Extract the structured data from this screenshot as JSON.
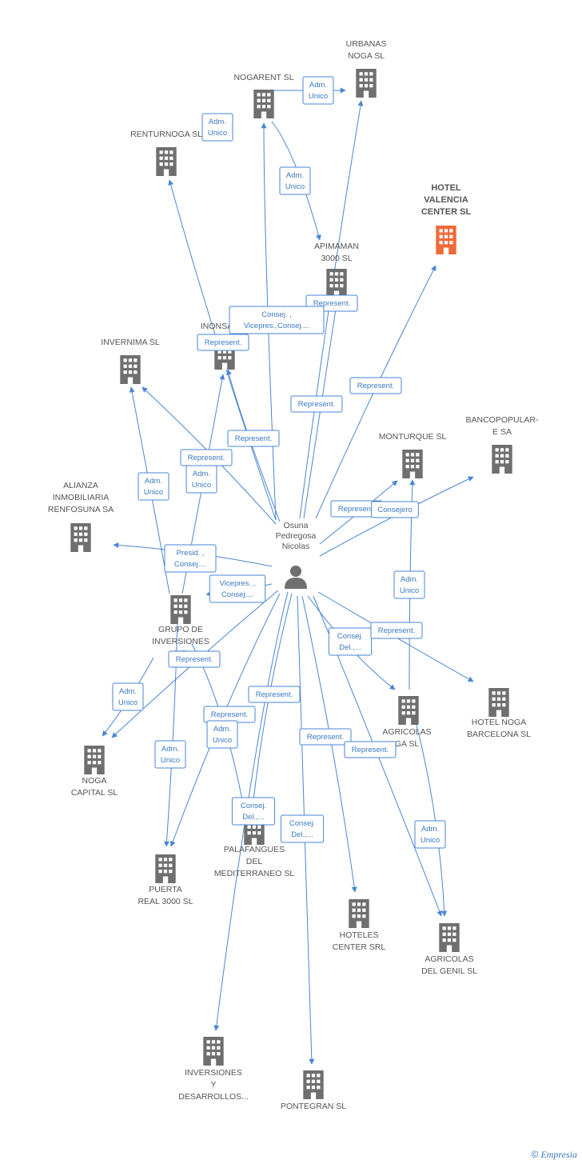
{
  "colors": {
    "edge": "#4a86d4",
    "node": "#6f6f6f",
    "highlight": "#ef6a3a",
    "person": "#6f6f6f"
  },
  "person": {
    "id": "person",
    "label": [
      "Osuna",
      "Pedregosa",
      "Nicolas"
    ]
  },
  "nodes": [
    {
      "id": "urbanas",
      "label": [
        "URBANAS",
        "NOGA SL"
      ]
    },
    {
      "id": "nogarent",
      "label": [
        "NOGARENT SL"
      ]
    },
    {
      "id": "renturnoga",
      "label": [
        "RENTURNOGA SL"
      ]
    },
    {
      "id": "hotelvalencia",
      "label": [
        "HOTEL",
        "VALENCIA",
        "CENTER SL"
      ],
      "highlight": true
    },
    {
      "id": "apimaman",
      "label": [
        "APIMAMAN",
        "3000 SL"
      ]
    },
    {
      "id": "inonsa",
      "label": [
        "INONSA"
      ]
    },
    {
      "id": "invernima",
      "label": [
        "INVERNIMA SL"
      ]
    },
    {
      "id": "bancopopular",
      "label": [
        "BANCOPOPULAR-",
        "E SA"
      ]
    },
    {
      "id": "monturque",
      "label": [
        "MONTURQUE SL"
      ]
    },
    {
      "id": "alianza",
      "label": [
        "ALIANZA",
        "INMOBILIARIA",
        "RENFOSUNA SA"
      ]
    },
    {
      "id": "grupo",
      "label": [
        "GRUPO DE",
        "INVERSIONES",
        "NO"
      ]
    },
    {
      "id": "nogacapital",
      "label": [
        "NOGA",
        "CAPITAL SL"
      ]
    },
    {
      "id": "agricolasnoga",
      "label": [
        "AGRICOLAS",
        "GA SL"
      ]
    },
    {
      "id": "hotelbarcelona",
      "label": [
        "HOTEL NOGA",
        "BARCELONA SL"
      ]
    },
    {
      "id": "palafangues",
      "label": [
        "PALAFANGUES",
        "DEL",
        "MEDITERRANEO SL"
      ]
    },
    {
      "id": "puerta",
      "label": [
        "PUERTA",
        "REAL 3000 SL"
      ]
    },
    {
      "id": "hoteles",
      "label": [
        "HOTELES",
        "CENTER SRL"
      ]
    },
    {
      "id": "agricolasgenil",
      "label": [
        "AGRICOLAS",
        "DEL GENIL SL"
      ]
    },
    {
      "id": "inversiones",
      "label": [
        "INVERSIONES",
        "Y",
        "DESARROLLOS..."
      ]
    },
    {
      "id": "pontegran",
      "label": [
        "PONTEGRAN SL"
      ]
    }
  ],
  "edge_labels": [
    {
      "id": "e1",
      "lines": [
        "Adm.",
        "Unico"
      ]
    },
    {
      "id": "e2",
      "lines": [
        "Adm.",
        "Unico"
      ]
    },
    {
      "id": "e3",
      "lines": [
        "Adm.",
        "Unico"
      ]
    },
    {
      "id": "e4",
      "lines": [
        "Represent."
      ]
    },
    {
      "id": "e5",
      "lines": [
        "Consej. ,",
        "Vicepres.,Consej...."
      ]
    },
    {
      "id": "e6",
      "lines": [
        "Represent."
      ]
    },
    {
      "id": "e7",
      "lines": [
        "Represent."
      ]
    },
    {
      "id": "e8",
      "lines": [
        "Represent."
      ]
    },
    {
      "id": "e9",
      "lines": [
        "Represent."
      ]
    },
    {
      "id": "e10",
      "lines": [
        "Represent."
      ]
    },
    {
      "id": "e11",
      "lines": [
        "Adm.",
        "Unico"
      ]
    },
    {
      "id": "e12",
      "lines": [
        "Adm.",
        "Unico"
      ]
    },
    {
      "id": "e13",
      "lines": [
        "Represent."
      ]
    },
    {
      "id": "e14",
      "lines": [
        "Consejero"
      ]
    },
    {
      "id": "e15",
      "lines": [
        "Presid. ,",
        "Consej...."
      ]
    },
    {
      "id": "e16",
      "lines": [
        "Vicepres. ,",
        "Consej...."
      ]
    },
    {
      "id": "e17",
      "lines": [
        "Adm.",
        "Unico"
      ]
    },
    {
      "id": "e18",
      "lines": [
        "Consej.",
        "Del.,..."
      ]
    },
    {
      "id": "e19",
      "lines": [
        "Represent."
      ]
    },
    {
      "id": "e20",
      "lines": [
        "Represent."
      ]
    },
    {
      "id": "e21",
      "lines": [
        "Adm.",
        "Unico"
      ]
    },
    {
      "id": "e22",
      "lines": [
        "Represent."
      ]
    },
    {
      "id": "e23",
      "lines": [
        "Represent."
      ]
    },
    {
      "id": "e24",
      "lines": [
        "Adm.",
        "Unico"
      ]
    },
    {
      "id": "e25",
      "lines": [
        "Adm.",
        "Unico"
      ]
    },
    {
      "id": "e26",
      "lines": [
        "Represent."
      ]
    },
    {
      "id": "e27",
      "lines": [
        "Represent."
      ]
    },
    {
      "id": "e28",
      "lines": [
        "Consej.",
        "Del.,..."
      ]
    },
    {
      "id": "e29",
      "lines": [
        "Consej.",
        "Del.,..."
      ]
    },
    {
      "id": "e30",
      "lines": [
        "Adm.",
        "Unico"
      ]
    }
  ],
  "footer": {
    "copyright": "©",
    "brand": "Empresia"
  }
}
